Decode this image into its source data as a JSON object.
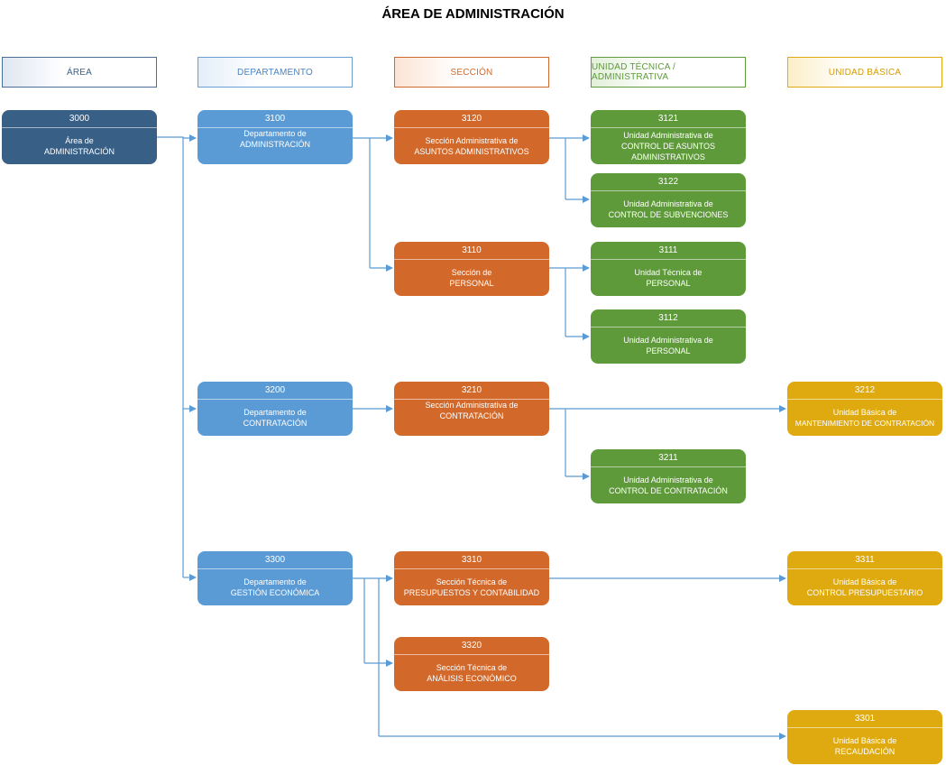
{
  "title": "ÁREA DE ADMINISTRACIÓN",
  "headers": {
    "area": "ÁREA",
    "departamento": "DEPARTAMENTO",
    "seccion": "SECCIÓN",
    "unidad_tecnica": "UNIDAD TÉCNICA / ADMINISTRATIVA",
    "unidad_basica": "UNIDAD BÁSICA"
  },
  "colors": {
    "area": "#385f85",
    "departamento": "#5b9bd5",
    "seccion": "#d2692a",
    "unidad_tecnica": "#5f9a3a",
    "unidad_basica": "#deaa10",
    "connector": "#5b9bd5"
  },
  "nodes": {
    "n3000": {
      "code": "3000",
      "line1": "Área de",
      "line2": "ADMINISTRACIÓN"
    },
    "n3100": {
      "code": "3100",
      "line1": "Departamento de",
      "line2": "ADMINISTRACIÓN"
    },
    "n3200": {
      "code": "3200",
      "line1": "Departamento de",
      "line2": "CONTRATACIÓN"
    },
    "n3300": {
      "code": "3300",
      "line1": "Departamento de",
      "line2": "GESTIÓN ECONÓMICA"
    },
    "n3120": {
      "code": "3120",
      "line1": "Sección Administrativa de",
      "line2": "ASUNTOS ADMINISTRATIVOS"
    },
    "n3110": {
      "code": "3110",
      "line1": "Sección de",
      "line2": "PERSONAL"
    },
    "n3210": {
      "code": "3210",
      "line1": "Sección Administrativa de",
      "line2": "CONTRATACIÓN"
    },
    "n3310": {
      "code": "3310",
      "line1": "Sección Técnica de",
      "line2": "PRESUPUESTOS Y CONTABILIDAD"
    },
    "n3320": {
      "code": "3320",
      "line1": "Sección Técnica de",
      "line2": "ANÁLISIS ECONÓMICO"
    },
    "n3121": {
      "code": "3121",
      "line1": "Unidad Administrativa de",
      "line2": "CONTROL DE ASUNTOS",
      "line3": "ADMINISTRATIVOS"
    },
    "n3122": {
      "code": "3122",
      "line1": "Unidad Administrativa de",
      "line2": "CONTROL DE SUBVENCIONES"
    },
    "n3111": {
      "code": "3111",
      "line1": "Unidad Técnica de",
      "line2": "PERSONAL"
    },
    "n3112": {
      "code": "3112",
      "line1": "Unidad Administrativa de",
      "line2": "PERSONAL"
    },
    "n3211": {
      "code": "3211",
      "line1": "Unidad Administrativa de",
      "line2": "CONTROL DE CONTRATACIÓN"
    },
    "n3212": {
      "code": "3212",
      "line1": "Unidad Básica de",
      "line2": "MANTENIMIENTO DE CONTRATACIÓN"
    },
    "n3311": {
      "code": "3311",
      "line1": "Unidad Básica de",
      "line2": "CONTROL PRESUPUESTARIO"
    },
    "n3301": {
      "code": "3301",
      "line1": "Unidad Básica de",
      "line2": "RECAUDACIÓN"
    }
  }
}
